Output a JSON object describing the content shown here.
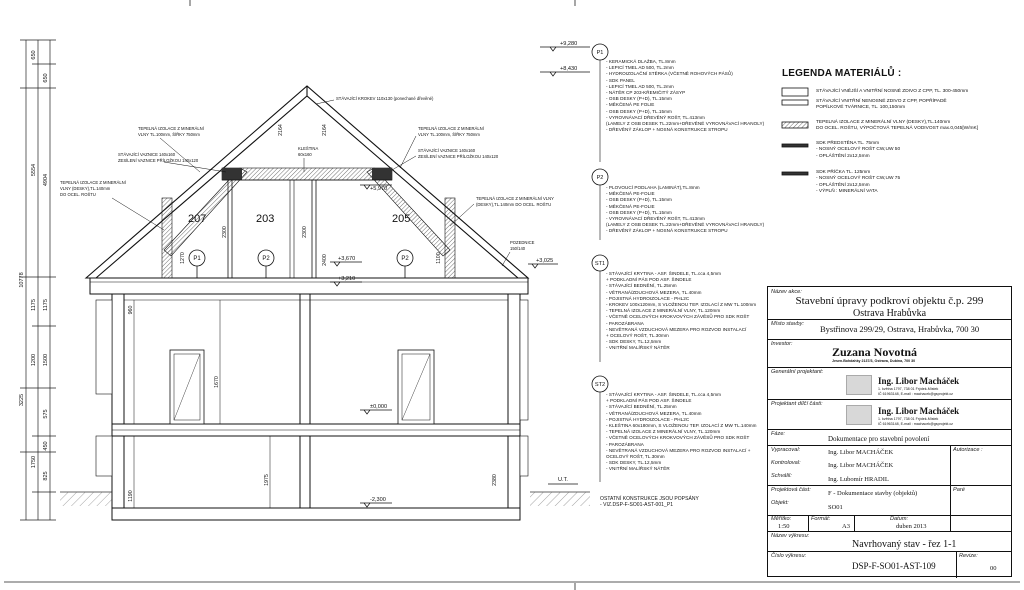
{
  "drawing": {
    "room_numbers": [
      "207",
      "203",
      "205"
    ],
    "bubbles": [
      "P1",
      "P2",
      "P2"
    ],
    "section_labels": {
      "P1": "P1",
      "P2": "P2",
      "ST1": "ST1",
      "ST2": "ST2"
    },
    "levels": {
      "ridge": "+9,280",
      "top": "+8,430",
      "upper_ceiling": "+5,970",
      "attic_floor": "+3,670",
      "attic_floor2": "+3,210",
      "eaves": "+3,025",
      "ground": "±0,000",
      "base": "-2,300",
      "ut": "U.T."
    },
    "overall_left": "10778",
    "left_dims": [
      "650",
      "650",
      "5554",
      "4904",
      "1175",
      "1175",
      "1200",
      "1500",
      "3225",
      "575",
      "1750",
      "450",
      "825"
    ],
    "internal_dims": [
      "2164",
      "2164",
      "1270",
      "2300",
      "2300",
      "2400",
      "1100",
      "960",
      "1670",
      "1190",
      "1975",
      "2380"
    ],
    "annotations": {
      "roof_beam": "STÁVAJÍCÍ KROKEV 110x130 (ponechané dřevěné)",
      "insul_left": [
        "TEPELNÁ IZOLACE Z MINERÁLNÍ",
        "VLNY TL.100mm, ŠÍŘKY 750mm"
      ],
      "beam_left": [
        "STÁVAJÍCÍ VAZNICE 140x160",
        "ZESÍLENÍ VAZNICE PŘÍLOŽKOU 140x120"
      ],
      "klestina": [
        "KLEŠTINA",
        "60x160"
      ],
      "insul_right": [
        "TEPELNÁ IZOLACE Z MINERÁLNÍ",
        "VLNY TL.100mm, ŠÍŘKY 750mm"
      ],
      "beam_right": [
        "STÁVAJÍCÍ VAZNICE 140x160",
        "ZESÍLENÍ VAZNICE PŘÍLOŽKOU 140x120"
      ],
      "insul_left2": [
        "TEPELNÁ IZOLACE Z MINERÁLNÍ",
        "VLNY (DESKY),TL.140mm",
        "DO OCEL. ROŠTU"
      ],
      "insul_right2": [
        "TEPELNÁ IZOLACE Z MINERÁLNÍ VLNY",
        "(DESKY),TL.140mm DO OCEL. ROŠTU"
      ],
      "pozednice": [
        "POZEDNICE",
        "150/140"
      ]
    }
  },
  "notes": {
    "p1_bubble": "P1",
    "p1": [
      "- KERAMICKÁ DLAŽBA, TL.8mm",
      "- LEPICÍ TMEL AD 500, TL.2mm",
      "- HYDROIZOLAČNÍ STĚRKA (VČETNĚ ROHOVÝCH PÁSŮ)",
      "- SDK PANEL",
      "- LEPICÍ TMEL AD 500, TL.2mm",
      "- NÁTĚR CP 203-KŘEMIČITÝ ZÁSYP",
      "- OSB DESKY (P+D), TL.15mm",
      "- MĚKČENÁ PE FOLIE",
      "- OSB DESKY (P+D), TL.15mm",
      "- VYROVNÁVACÍ DŘEVĚNÝ ROŠT, TL.413mm",
      "  (LAMELY Z OSB DESEK TL.22mm+DŘEVĚNÉ VYROVNÁVACÍ HRANOLY)",
      "- DŘEVĚNÝ ZÁKLOP + NOSNÁ KONSTRUKCE STROPU"
    ],
    "p2_bubble": "P2",
    "p2": [
      "- PLOVOUCÍ PODLAHA (LAMINÁT),TL.8mm",
      "- MĚKČENÁ PE-FOLIE",
      "- OSB DESKY (P+D), TL.15mm",
      "- MĚKČENÁ PE-FOLIE",
      "- OSB DESKY (P+D), TL.15mm",
      "- VYROVNÁVACÍ DŘEVĚNÝ ROŠT, TL.413mm",
      "  (LAMELY Z OSB DESEK TL.22mm+DŘEVĚNÉ VYROVNÁVACÍ HRANOLY)",
      "- DŘEVĚNÝ ZÁKLOP + NOSNÁ KONSTRUKCE STROPU"
    ],
    "st1_bubble": "ST1",
    "st1": [
      "- STÁVAJÍCÍ KRYTINA - ASF. ŠINDELE, TL.cca 4,5mm",
      "  + PODKLADNÍ PÁS POD ASF. ŠINDELE",
      "- STÁVAJÍCÍ BEDNĚNÍ, TL.25mm",
      "- VĚTRANÁ/ZDUCHOVÁ MEZERA, TL.40mm",
      "- POJISTNÁ HYDROIZOLACE - PHL2C",
      "- KROKEV 100x120mm, S VLOŽENOU TEP. IZOLACÍ Z MW TL.100mm",
      "- TEPELNÁ IZOLACE Z MINERÁLNÍ VLNY, TL.120mm",
      "- VČETNĚ OCELOVÝCH KROKVOVÝCH ZÁVĚSŮ PRO SDK ROŠT",
      "- PAROZÁBRANA",
      "- NEVĚTRANÁ VZDUCHOVÁ MEZERA PRO ROZVOD INSTALACÍ",
      "  + OCELOVÝ ROŠT, TL.30mm",
      "- SDK DESKY, TL.12,5mm",
      "- VNITŘNÍ MALÍŘSKÝ NÁTĚR"
    ],
    "st2_bubble": "ST2",
    "st2": [
      "- STÁVAJÍCÍ KRYTINA - ASF. ŠINDELE, TL.cca 4,5mm",
      "  + PODKLADNÍ PÁS POD ASF. ŠINDELE",
      "- STÁVAJÍCÍ BEDNĚNÍ, TL.25mm",
      "- VĚTRANÁ/ZDUCHOVÁ MEZERA, TL.40mm",
      "- POJISTNÁ HYDROIZOLACE - PHL2C",
      "- KLEŠTINA 60x180mm, S VLOŽENOU TEP. IZOLACÍ Z MW TL.140mm",
      "- TEPELNÁ IZOLACE Z MINERÁLNÍ VLNY, TL.120mm",
      "- VČETNĚ OCELOVÝCH KROKVOVÝCH ZÁVĚSŮ PRO SDK ROŠT",
      "- PAROZÁBRANA",
      "- NEVĚTRANÁ VZDUCHOVÁ MEZERA PRO ROZVOD INSTALACÍ +",
      "  OCELOVÝ ROŠT, TL.30mm",
      "- SDK DESKY, TL.12,5mm",
      "- VNITŘNÍ MALÍŘSKÝ NÁTĚR"
    ],
    "footer": [
      "OSTATNÍ KONSTRUKCE JSOU POPSÁNY",
      "- VIZ.DSP-F-SO01-AST-001_P1"
    ]
  },
  "legend": {
    "title": "LEGENDA MATERIÁLŮ :",
    "items": [
      {
        "text": [
          "STÁVAJÍCÍ VNĚJŠÍ A VNITŘNÍ NOSNÉ ZDIVO Z  CPP, TL. 300-450mm"
        ]
      },
      {
        "text": [
          "STÁVAJÍCÍ VNITŘNÍ NENOSNÉ ZDIVO Z  CPP, POPŘÍPADĚ",
          "POPÍLKOVÉ TVÁRNICE, TL. 100,150mm"
        ]
      },
      {
        "text": [
          "TEPELNÁ IZOLACE Z MINERÁLNÍ VLNY (DESKY),TL.140mm",
          "DO OCEL. ROŠTU, VÝPOČTOVÁ TEPELNÁ VODIVOST max.0,045[W/mK]"
        ]
      },
      {
        "text": [
          "SDK PŘEDSTĚNA TL. 75mm",
          "  - NOSNÝ OCELOVÝ ROŠT CW,UW 50",
          "  - OPLÁŠTĚNÍ 2x12,5mm"
        ]
      },
      {
        "text": [
          "SDK PŘÍČKA TL. 125mm",
          "  - NOSNÝ OCELOVÝ ROŠT CW,UW 75",
          "  - OPLÁŠTĚNÍ 2x12,5mm",
          "  - VÝPLŇ : MINERÁLNÍ VATA"
        ]
      }
    ]
  },
  "title_block": {
    "project_label": "Název akce:",
    "project_name": "Stavební úpravy podkroví objektu č.p. 299",
    "project_place": "Ostrava Hrabůvka",
    "site_label": "Místo stavby:",
    "site_value": "Bystřinova 299/29, Ostrava, Hrabůvka, 700 30",
    "investor_label": "Investor:",
    "investor_name": "Zuzana Novotná",
    "investor_addr": "Jesen.Bohdahky 2137/3, Ostrava, Dubina, 700 30",
    "general_designer_label": "Generální projektant:",
    "designer_name": "Ing. Libor Macháček",
    "designer_addr1": "1. května 1797, 738 01 Frýdek-Místek",
    "designer_addr2": "IČ 61963148, E-mail : machacek@gsprojekt.cz",
    "partial_designer_label": "Projektant dílčí části:",
    "designer2_name": "Ing. Libor Macháček",
    "designer2_addr1": "1. května 1797, 738 01 Frýdek-Místek",
    "designer2_addr2": "IČ 61963148, E-mail : machacek@gsprojekt.cz",
    "phase_label": "Fáze:",
    "phase_value": "Dokumentace pro stavební povolení",
    "drawn_label": "Vypracoval:",
    "drawn_value": "Ing. Libor MACHÁČEK",
    "checked_label": "Kontroloval:",
    "checked_value": "Ing. Libor MACHÁČEK",
    "approved_label": "Schválil:",
    "approved_value": "Ing. Lubomír HRADIL",
    "authorization_label": "Autorizace :",
    "part_label": "Projektová část:",
    "part_value": "F - Dokumentace stavby (objektů)",
    "object_label": "Objekt:",
    "object_value": "SO01",
    "stamp_label": "Paré",
    "scale_label": "Měřítko:",
    "scale_value": "1:50",
    "format_label": "Formát:",
    "format_value": "A3",
    "date_label": "Datum:",
    "date_value": "duben 2013",
    "drawing_name_label": "Název výkresu:",
    "drawing_name_value": "Navrhovaný stav - řez 1-1",
    "drawing_no_label": "Číslo výkresu:",
    "drawing_no_value": "DSP-F-SO01-AST-109",
    "revision_label": "Revize:",
    "revision_value": "00"
  }
}
